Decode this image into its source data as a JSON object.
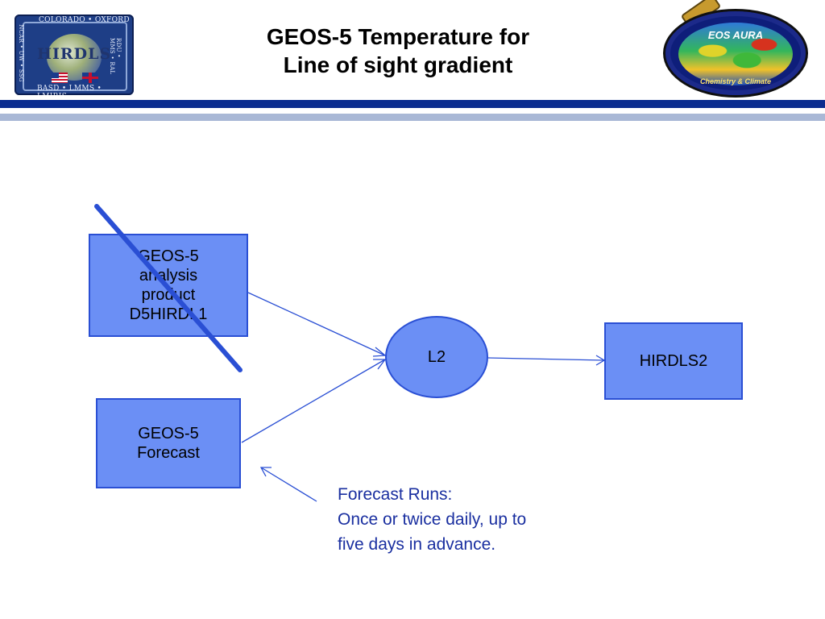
{
  "title_line1": "GEOS-5 Temperature for",
  "title_line2": "Line of sight gradient",
  "logos": {
    "hirdls": {
      "word": "HIRDLS",
      "top_text": "COLORADO • OXFORD",
      "bottom_text": "BASD • LMMS • LMIRIS",
      "left_text": "NCAR • UW • SSG",
      "right_text": "RDU • MMS • RAL"
    },
    "aura": {
      "title": "EOS AURA",
      "subtitle": "Chemistry & Climate"
    }
  },
  "diagram": {
    "nodes": {
      "analysis": "GEOS-5\nanalysis\nproduct\nD5HIRDL1",
      "forecast": "GEOS-5\nForecast",
      "l2": "L2",
      "hirdls2": "HIRDLS2"
    },
    "note_lines": [
      "Forecast Runs:",
      "Once or twice daily, up to",
      "five days in advance."
    ]
  },
  "colors": {
    "box_fill": "#6b8ff5",
    "box_border": "#2a4fd4",
    "strike": "#2a4fd4",
    "note_text": "#1a2fa0",
    "rule_dark": "#0b2d8f",
    "rule_light": "#a9b8d6"
  }
}
